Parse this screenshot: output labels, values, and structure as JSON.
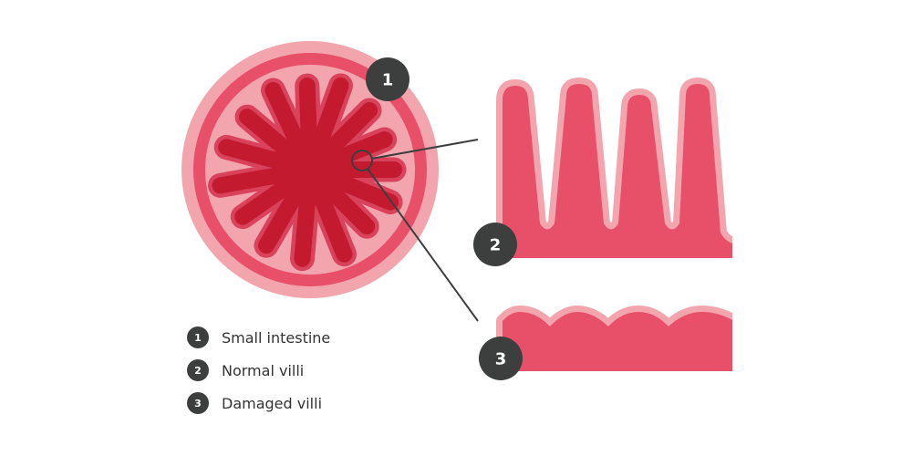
{
  "badges": {
    "b1": "1",
    "b2": "2",
    "b3": "3"
  },
  "legend": [
    {
      "number": "1",
      "label": "Small intestine"
    },
    {
      "number": "2",
      "label": "Normal villi"
    },
    {
      "number": "3",
      "label": "Damaged villi"
    }
  ],
  "colors": {
    "light_pink": "#f3a5ad",
    "ring_red": "#e8506a",
    "lumen_red": "#c41a30",
    "fringe": "#d9425b",
    "badge": "#3d3e3e"
  }
}
